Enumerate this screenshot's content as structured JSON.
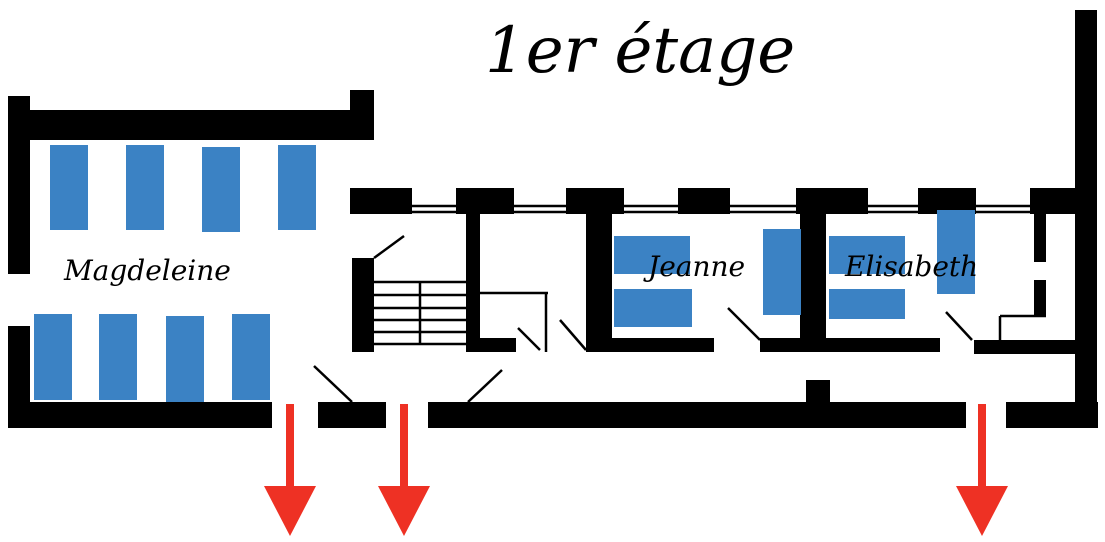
{
  "title": "1er étage",
  "rooms": {
    "magdeleine": "Magdeleine",
    "jeanne": "Jeanne",
    "elisabeth": "Elisabeth"
  },
  "colors": {
    "wall": "#000000",
    "bed": "#3b82c4",
    "exit_arrow": "#ee3124"
  },
  "icons": {
    "exit": "exit-arrow-icon",
    "stairs": "staircase-icon"
  }
}
